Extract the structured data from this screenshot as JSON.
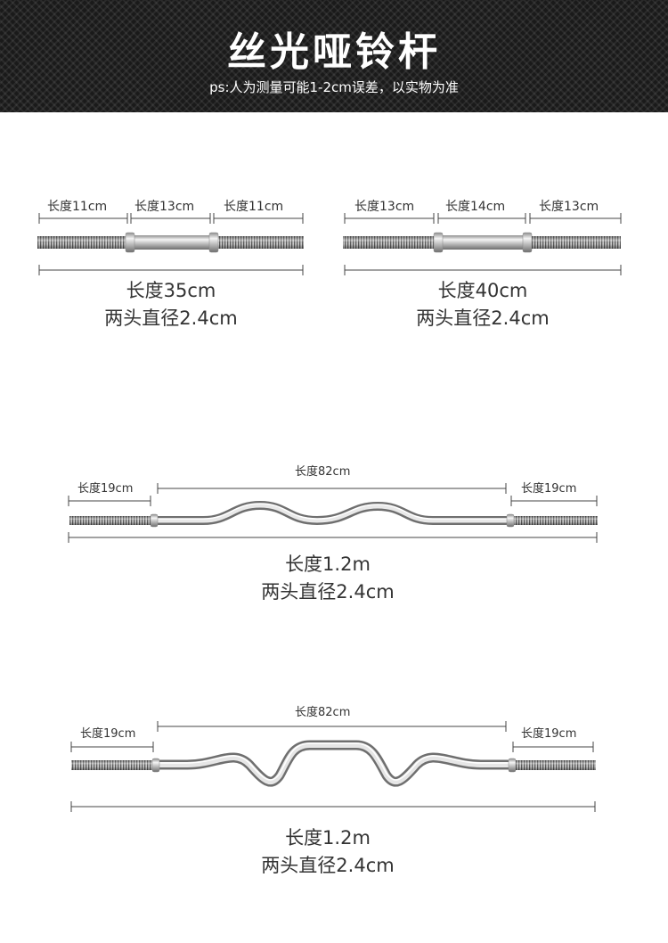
{
  "header": {
    "title": "丝光哑铃杆",
    "note": "ps:人为测量可能1-2cm误差，以实物为准"
  },
  "products": [
    {
      "segments": [
        "长度11cm",
        "长度13cm",
        "长度11cm"
      ],
      "total": "长度35cm",
      "diameter": "两头直径2.4cm"
    },
    {
      "segments": [
        "长度13cm",
        "长度14cm",
        "长度13cm"
      ],
      "total": "长度40cm",
      "diameter": "两头直径2.4cm"
    },
    {
      "segments": [
        "长度19cm",
        "长度82cm",
        "长度19cm"
      ],
      "total": "长度1.2m",
      "diameter": "两头直径2.4cm"
    },
    {
      "segments": [
        "长度19cm",
        "长度82cm",
        "长度19cm"
      ],
      "total": "长度1.2m",
      "diameter": "两头直径2.4cm"
    }
  ]
}
